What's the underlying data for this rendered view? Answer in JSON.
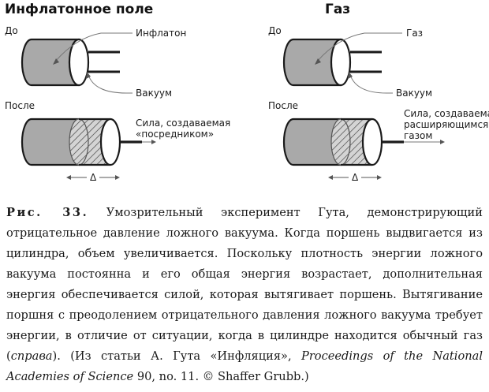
{
  "panels": [
    {
      "title": "Инфлатонное поле",
      "label_before": "До",
      "label_after": "После",
      "callout_top": "Инфлатон",
      "callout_vacuum": "Вакуум",
      "force_lines": [
        "Сила, создаваемая",
        "«посредником»"
      ],
      "delta": "Δ"
    },
    {
      "title": "Газ",
      "label_before": "До",
      "label_after": "После",
      "callout_top": "Газ",
      "callout_vacuum": "Вакуум",
      "force_lines": [
        "Сила, создаваемая",
        "расширяющимся",
        "газом"
      ],
      "delta": "Δ"
    }
  ],
  "caption": {
    "label": "Рис. 33.",
    "body_1": " Умозрительный эксперимент Гута, демонстрирующий отрицательное давление ложного вакуума. Когда поршень выдвигается из цилиндра, объем увеличивается. Поскольку плотность энергии ложного вакуума постоянна и его общая энергия возрастает, дополнительная энергия обеспечивается силой, которая вытягивает поршень. Вытягивание поршня с преодолением отрицательного давления ложного вакуума требует энергии, в отличие от ситуации, когда в цилиндре находится обычный газ (",
    "italic_1": "справа",
    "body_2": "). (Из статьи А. Гута «Инфляция», ",
    "italic_2": "Proceedings of the National Academies of Science",
    "body_3": " 90, no. 11. © Shaffer Grubb.)"
  },
  "colors": {
    "cylinder_fill": "#a9a9a9",
    "outline": "#1a1a1a",
    "callout_line": "#777777"
  }
}
